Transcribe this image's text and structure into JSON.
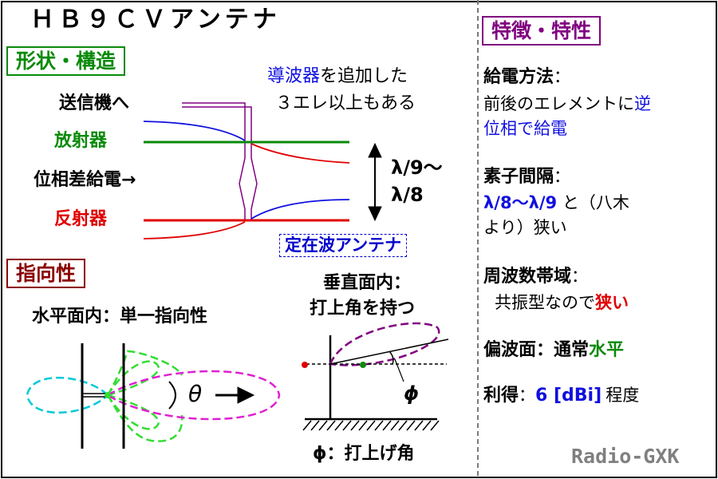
{
  "title": "ＨＢ９ＣＶアンテナ",
  "shape": {
    "heading": "形状・構造",
    "to_transmitter": "送信機へ",
    "radiator": "放射器",
    "phase_feed": "位相差給電→",
    "reflector": "反射器",
    "director_word": "導波器",
    "director_rest": "を追加した",
    "three_elements": "３エレ以上もある",
    "spacing_1": "λ/9～",
    "spacing_2": "λ/8",
    "standing_wave": "定在波アンテナ"
  },
  "directivity": {
    "heading": "指向性",
    "horizontal": "水平面内：単一指向性",
    "theta": "θ",
    "vertical_1": "垂直面内：",
    "vertical_2": "打上角を持つ",
    "phi": "ϕ",
    "phi_caption": "ϕ：打上げ角"
  },
  "features": {
    "heading": "特徴・特性",
    "feed_label": "給電方法",
    "feed_line1": "前後のエレメントに",
    "feed_blue1": "逆",
    "feed_blue2": "位相で給電",
    "spacing_label": "素子間隔",
    "spacing_blue": "λ/8～λ/9",
    "spacing_rest": "と（八木",
    "spacing_line2": "より）狭い",
    "band_label": "周波数帯域",
    "band_text": "共振型なので",
    "band_red": "狭い",
    "pol_label": "偏波面：通常",
    "pol_green": "水平",
    "gain_label": "利得",
    "gain_blue": "6 [dBi]",
    "gain_rest": "程度",
    "colon": "："
  },
  "credit": "Radio-GXK",
  "colors": {
    "radiator": "#0a8a0a",
    "reflector": "#e00000",
    "director": "#1010e0",
    "feedline": "#800080",
    "lobe_back": "#00c8d8",
    "lobe_side": "#33dd33",
    "lobe_main": "#e020d0"
  }
}
